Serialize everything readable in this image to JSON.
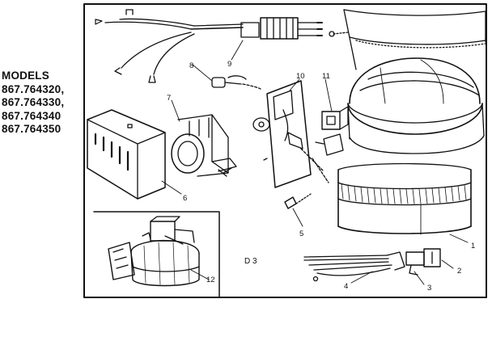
{
  "models": {
    "heading": "MODELS",
    "numbers": [
      "867.764320,",
      "867.764330,",
      "867.764340",
      "867.764350"
    ]
  },
  "diagram": {
    "figure_code": "D 3",
    "callouts": [
      "1",
      "2",
      "3",
      "4",
      "5",
      "6",
      "7",
      "8",
      "9",
      "10",
      "11",
      "12"
    ]
  },
  "colors": {
    "ink": "#111111",
    "paper": "#ffffff"
  }
}
